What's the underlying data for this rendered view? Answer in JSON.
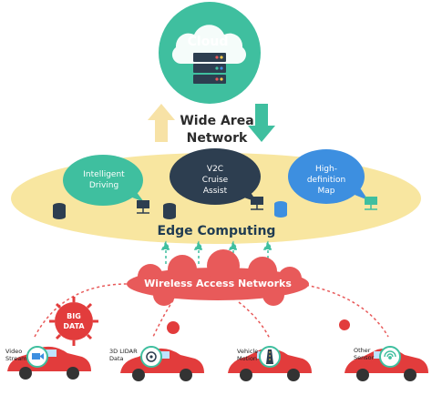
{
  "cloud": {
    "label": "Cloud"
  },
  "wan": {
    "line1": "Wide Area",
    "line2": "Network"
  },
  "edge": {
    "label": "Edge Computing"
  },
  "bubbles": [
    {
      "line1": "Intelligent",
      "line2": "Driving",
      "line3": "",
      "color": "#3fbf9f"
    },
    {
      "line1": "V2C",
      "line2": "Cruise",
      "line3": "Assist",
      "color": "#2d3e50"
    },
    {
      "line1": "High-",
      "line2": "definition",
      "line3": "Map",
      "color": "#3d8fe0"
    }
  ],
  "wireless": {
    "label": "Wireless Access Networks"
  },
  "bigdata": {
    "line1": "BIG",
    "line2": "DATA"
  },
  "cars": [
    {
      "line1": "Video",
      "line2": "Stream",
      "icon": "video-camera-icon"
    },
    {
      "line1": "3D LIDAR",
      "line2": "Data",
      "icon": "lidar-icon"
    },
    {
      "line1": "Vehicle",
      "line2": "Motion",
      "icon": "road-icon"
    },
    {
      "line1": "Other",
      "line2": "Sensor",
      "icon": "signal-icon"
    }
  ],
  "colors": {
    "cloud": "#3fbf9f",
    "ellipse": "#f8e6a0",
    "arrow_up": "#f7e2a6",
    "arrow_down": "#3fbf9f",
    "wireless": "#e85a5a",
    "car": "#e23c3c",
    "server": "#2d3e50"
  }
}
